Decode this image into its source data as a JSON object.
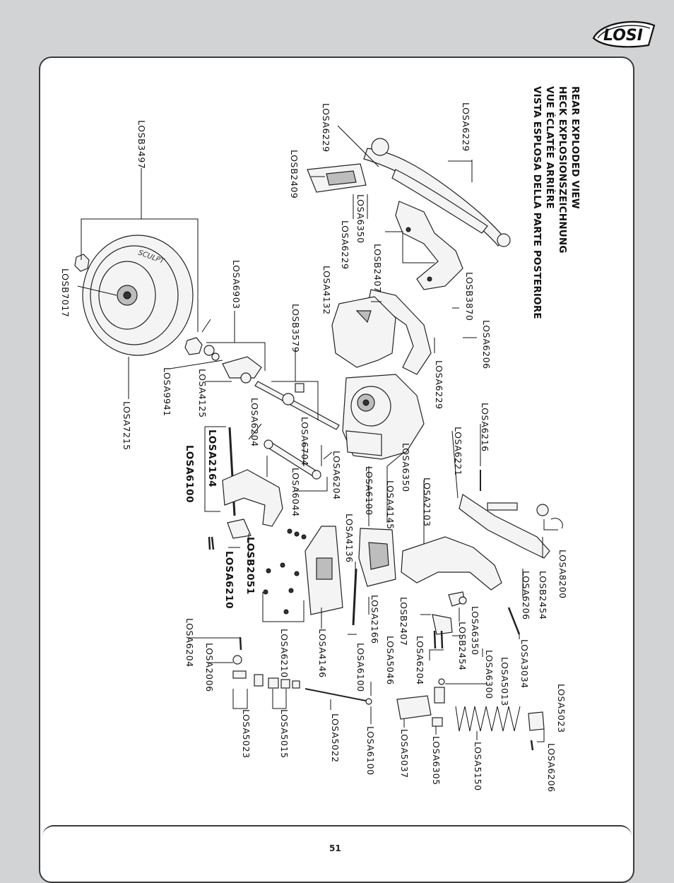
{
  "brand": {
    "logo_text": "LOSI"
  },
  "title": {
    "en": "REAR EXPLODED VIEW",
    "de": "HECK EXPLOSIONSZEICHNUNG",
    "fr": "VUE ÉCLATÉE ARRIÈRE",
    "it": "VISTA ESPLOSA DELLA PARTE POSTERIORE"
  },
  "labels": {
    "losa6229_a": "LOSA6229",
    "losa6229_b": "LOSA6229",
    "losa6229_c": "LOSA6229",
    "losa6229_d": "LOSA6229",
    "losb2409": "LOSB2409",
    "losa6350_a": "LOSA6350",
    "losb2407_a": "LOSB2407",
    "losa4132": "LOSA4132",
    "losb3870": "LOSB3870",
    "losa6206_a": "LOSA6206",
    "losb3497": "LOSB3497",
    "losb7017": "LOSB7017",
    "losa6903": "LOSA6903",
    "losb3579": "LOSB3579",
    "losa9941": "LOSA9941",
    "losa4125": "LOSA4125",
    "losa7215": "LOSA7215",
    "losa6204_a": "LOSA6204",
    "losa6704": "LOSA6704",
    "losa6204_b": "LOSA6204",
    "losa6044": "LOSA6044",
    "losa2164": "LOSA2164",
    "losa6100_a": "LOSA6100",
    "losa6350_b": "LOSA6350",
    "losa6100_b": "LOSA6100",
    "losa4145": "LOSA4145",
    "losa4136": "LOSA4136",
    "losa2103": "LOSA2103",
    "losa6216": "LOSA6216",
    "losa6221": "LOSA6221",
    "losa8200": "LOSA8200",
    "losb2454_a": "LOSB2454",
    "losa6206_b": "LOSA6206",
    "losb2051": "LOSB2051",
    "losa6210_a": "LOSA6210",
    "losa4146": "LOSA4146",
    "losa2166": "LOSA2166",
    "losb2407_b": "LOSB2407",
    "losa6350_c": "LOSA6350",
    "losb2454_b": "LOSB2454",
    "losa3034": "LOSA3034",
    "losa6204_c": "LOSA6204",
    "losa6300": "LOSA6300",
    "losa5013": "LOSA5013",
    "losa6204_d": "LOSA6204",
    "losa2006": "LOSA2006",
    "losa6210_b": "LOSA6210",
    "losa6100_c": "LOSA6100",
    "losa5046": "LOSA5046",
    "losa5023_a": "LOSA5023",
    "losa5015": "LOSA5015",
    "losa5022": "LOSA5022",
    "losa6100_d": "LOSA6100",
    "losa5037": "LOSA5037",
    "losa6305": "LOSA6305",
    "losa5150": "LOSA5150",
    "losa5023_b": "LOSA5023",
    "losa6206_c": "LOSA6206"
  },
  "tire_text": "SCULPT",
  "page_number": "51"
}
